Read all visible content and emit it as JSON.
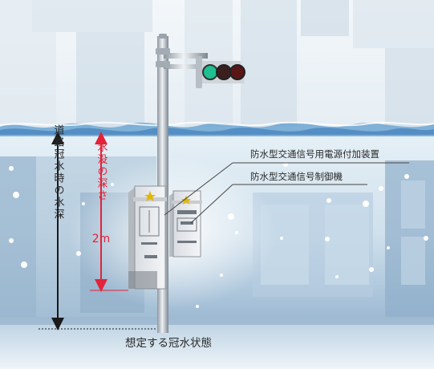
{
  "labels": {
    "power_supply_device": "防水型交通信号用電源付加装置",
    "controller": "防水型交通信号制御機",
    "road_flood_depth": "道路冠水時の水深",
    "submersion_depth": "水没の深さ",
    "submersion_value": "2m",
    "caption": "想定する冠水状態"
  },
  "colors": {
    "water": "#cfe4f0",
    "water_deep": "#8fb2cf",
    "accent_arrow": "#e2233a",
    "black_arrow": "#1a1a1a",
    "signal_green": "#1fbf8f"
  }
}
